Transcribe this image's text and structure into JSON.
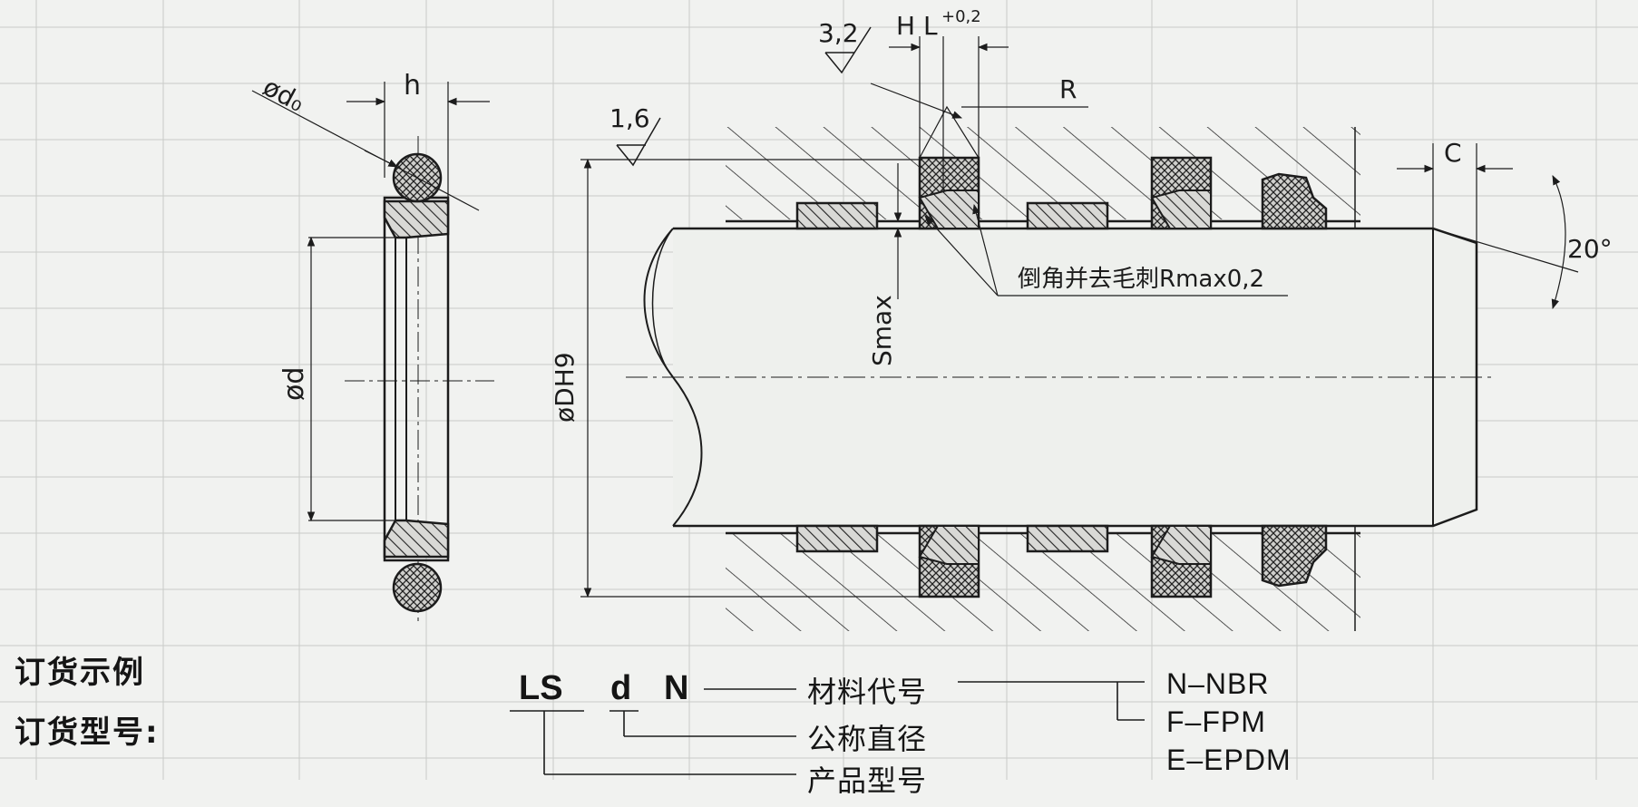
{
  "ring_view": {
    "do_label": "ød₀",
    "h_label": "h",
    "d_label": "ød"
  },
  "groove_view": {
    "surface_3_2": "3,2",
    "surface_1_6": "1,6",
    "H_label": "H",
    "L_label": "L",
    "L_tol": "+0,2",
    "R_label": "R",
    "C_label": "C",
    "angle_label": "20°",
    "DH9_label": "øDH9",
    "Smax_label": "Smax",
    "chamfer_note": "倒角并去毛刺Rmax0,2"
  },
  "ordering": {
    "example_label": "订货示例",
    "model_label": "订货型号:",
    "code_ls": "LS",
    "code_d": "d",
    "code_n": "N",
    "legend_material": "材料代号",
    "legend_diameter": "公称直径",
    "legend_product": "产品型号",
    "materials": [
      "N–NBR",
      "F–FPM",
      "E–EPDM"
    ]
  },
  "colors": {
    "ink": "#1c1c1c",
    "paper": "#f1f2f0",
    "ghost": "#c9cbc8"
  }
}
